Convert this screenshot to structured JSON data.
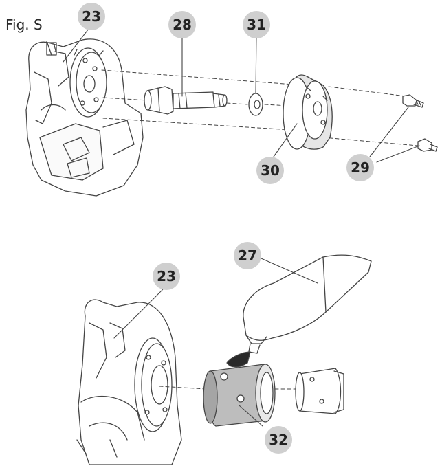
{
  "figure": {
    "label": "Fig. S"
  },
  "callouts": {
    "n23_top": "23",
    "n28": "28",
    "n31": "31",
    "n30": "30",
    "n29": "29",
    "n27": "27",
    "n23_bottom": "23",
    "n32": "32"
  },
  "colors": {
    "line": "#444444",
    "callout_fill": "#cfcfcf",
    "dark_part": "#9c9c9c",
    "light_part": "#d9d9d9"
  }
}
